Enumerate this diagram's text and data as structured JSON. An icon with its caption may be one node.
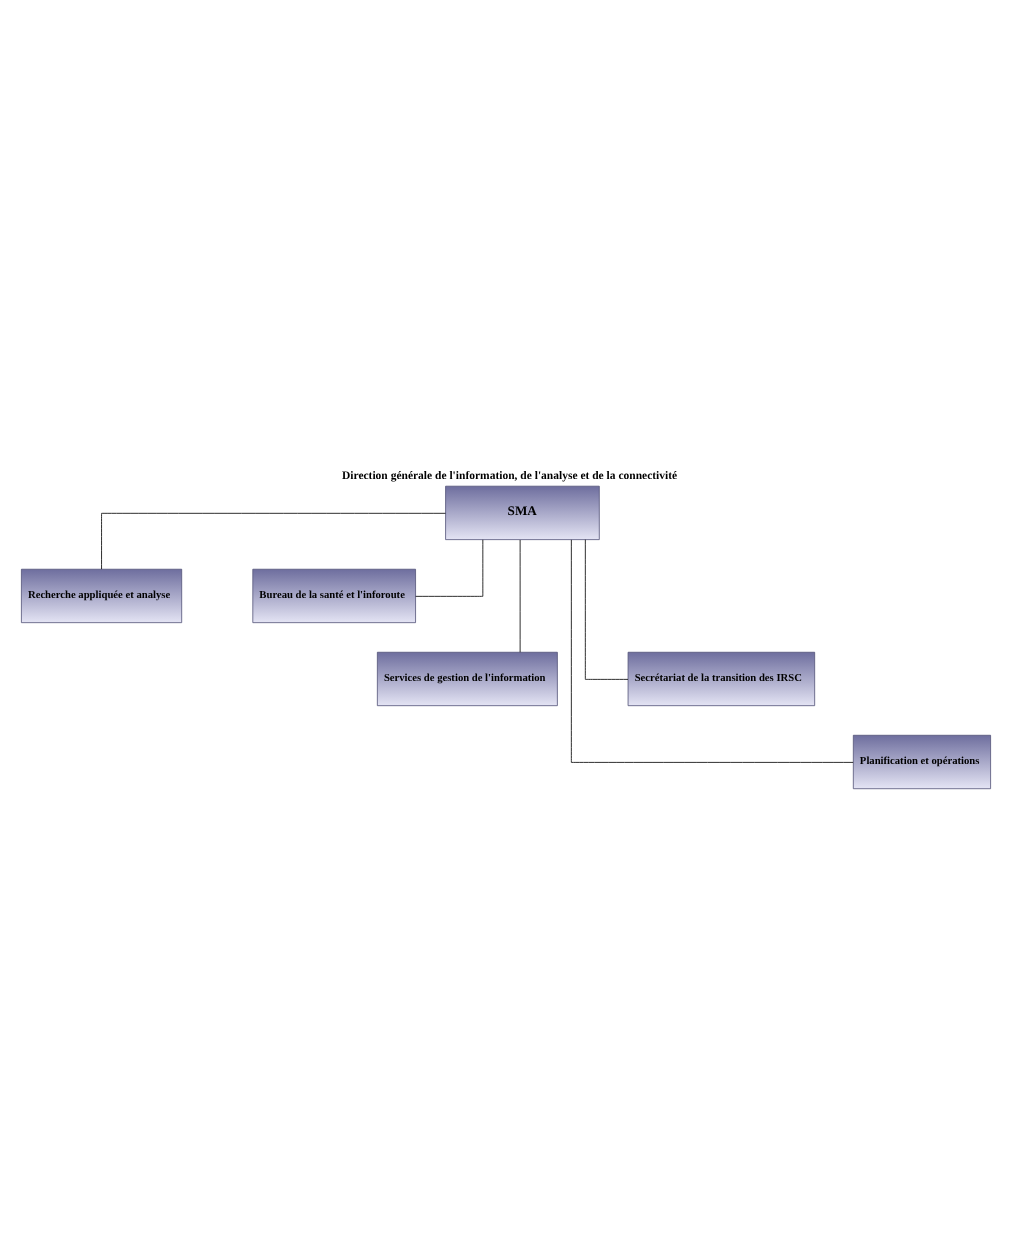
{
  "diagram": {
    "title": "Direction générale de l'information, de l'analyse et de la connectivité",
    "nodes": [
      {
        "text": [
          "SMA"
        ]
      },
      {
        "text": [
          "Recherche appliquée et analyse"
        ]
      },
      {
        "text": [
          "Bureau de la santé et l'inforoute"
        ]
      },
      {
        "text": [
          "Services de gestion de l'information"
        ]
      },
      {
        "text": [
          "Secrétariat de la transition des IRSC"
        ]
      },
      {
        "text": [
          "Planification et opérations"
        ]
      }
    ],
    "edges": [
      {
        "from": 0,
        "to": 1,
        "arrow": "none"
      },
      {
        "from": 0,
        "to": 2,
        "arrow": "none"
      },
      {
        "from": 0,
        "to": 3,
        "arrow": "none"
      },
      {
        "from": 0,
        "to": 4,
        "arrow": "none"
      },
      {
        "from": 0,
        "to": 5,
        "arrow": "none"
      }
    ]
  }
}
